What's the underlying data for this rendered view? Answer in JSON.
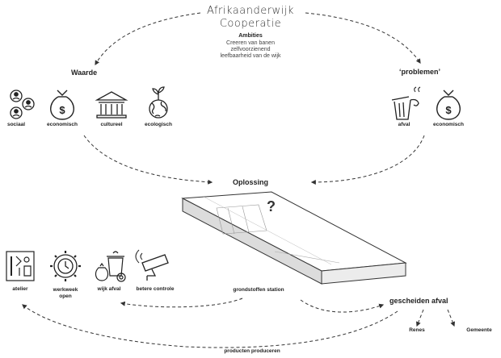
{
  "title": {
    "line1": "Afrikaanderwijk",
    "line2": "Cooperatie"
  },
  "ambities": {
    "heading": "Ambities",
    "items": [
      "Creeren van banen",
      "zelfvoorzienend",
      "leefbaarheid van de wijk"
    ]
  },
  "waarde": {
    "heading": "Waarde",
    "items": [
      {
        "label": "sociaal",
        "icon": "people-network-icon"
      },
      {
        "label": "economisch",
        "icon": "money-bag-icon"
      },
      {
        "label": "cultureel",
        "icon": "museum-icon"
      },
      {
        "label": "ecologisch",
        "icon": "earth-plant-icon"
      }
    ]
  },
  "problemen": {
    "heading": "‘problemen’",
    "items": [
      {
        "label": "afval",
        "icon": "trash-bin-icon"
      },
      {
        "label": "economisch",
        "icon": "money-bag-icon"
      }
    ]
  },
  "oplossing": {
    "heading": "Oplossing",
    "question": "?"
  },
  "station": {
    "label": "grondstoffen station"
  },
  "outcomes": [
    {
      "label": "atelier",
      "icon": "tools-board-icon"
    },
    {
      "label": "werkweek\nopen",
      "icon": "gear-clock-icon"
    },
    {
      "label": "wijk afval",
      "icon": "waste-sorting-icon"
    },
    {
      "label": "betere controle",
      "icon": "security-camera-icon"
    }
  ],
  "gescheiden": {
    "heading": "gescheiden afval",
    "items": [
      "Renes",
      "Gemeente"
    ]
  },
  "bottom": {
    "label": "producten produceren"
  },
  "money_symbol": "$"
}
